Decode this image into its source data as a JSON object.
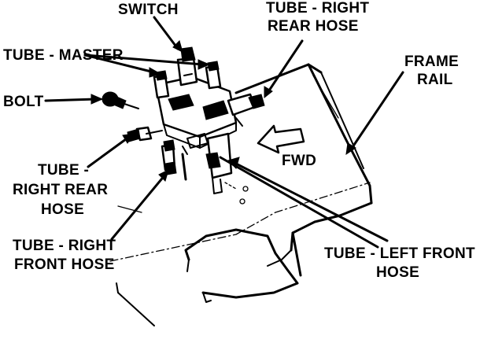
{
  "labels": {
    "switch": "SWITCH",
    "tube_master": "TUBE - MASTER",
    "bolt": "BOLT",
    "tube_right_rear_hose_top_line1": "TUBE - RIGHT",
    "tube_right_rear_hose_top_line2": "REAR HOSE",
    "frame_rail_line1": "FRAME",
    "frame_rail_line2": "RAIL",
    "fwd": "FWD",
    "tube_right_rear_hose_left_line1": "TUBE -",
    "tube_right_rear_hose_left_line2": "RIGHT REAR",
    "tube_right_rear_hose_left_line3": "HOSE",
    "tube_right_front_hose_line1": "TUBE - RIGHT",
    "tube_right_front_hose_line2": "FRONT HOSE",
    "tube_left_front_hose_line1": "TUBE - LEFT FRONT",
    "tube_left_front_hose_line2": "HOSE"
  },
  "colors": {
    "ink": "#000000",
    "paper": "#ffffff"
  }
}
